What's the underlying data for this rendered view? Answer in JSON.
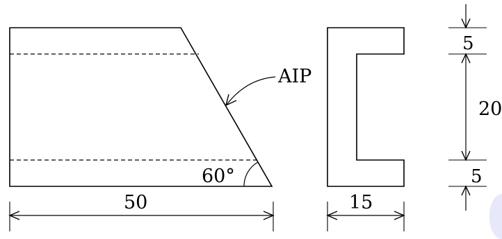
{
  "labels": {
    "auxiliary_plane": "AIP",
    "angle": "60°",
    "front_length": "50",
    "side_width": "15",
    "top_flange": "5",
    "web_height": "20",
    "bottom_flange": "5"
  },
  "colors": {
    "line": "#000000",
    "background": "#ffffff",
    "corner_tab": "#e8e8fb"
  }
}
